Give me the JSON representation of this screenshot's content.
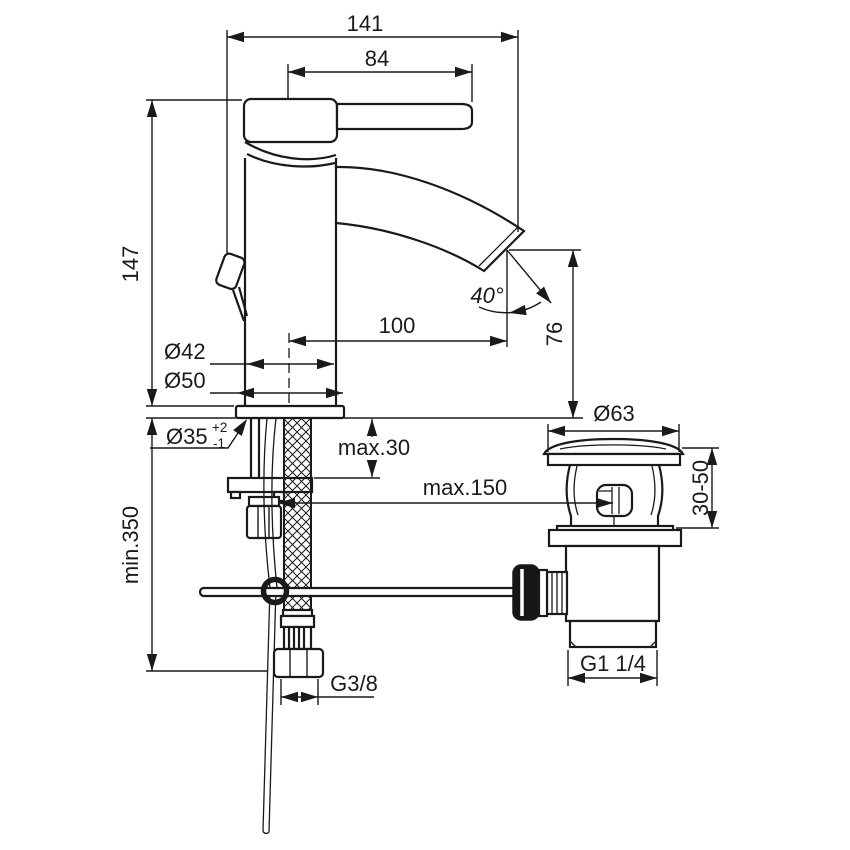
{
  "drawing": {
    "background": "#ffffff",
    "line_color": "#1a1a1a",
    "dims": {
      "overall_depth": "141",
      "handle_length": "84",
      "body_height": "147",
      "spout_reach": "100",
      "spout_angle": "40°",
      "outlet_height": "76",
      "body_diameter": "Ø42",
      "base_diameter": "Ø50",
      "hole_diameter": "Ø35",
      "hole_tolerance_plus": "+2",
      "hole_tolerance_minus": "-1",
      "deck_thickness": "max.30",
      "rod_reach": "max.150",
      "waste_flange_diameter": "Ø63",
      "waste_clamp_range": "30-50",
      "waste_thread": "G1 1/4",
      "hose_thread": "G3/8",
      "install_depth": "min.350"
    }
  }
}
